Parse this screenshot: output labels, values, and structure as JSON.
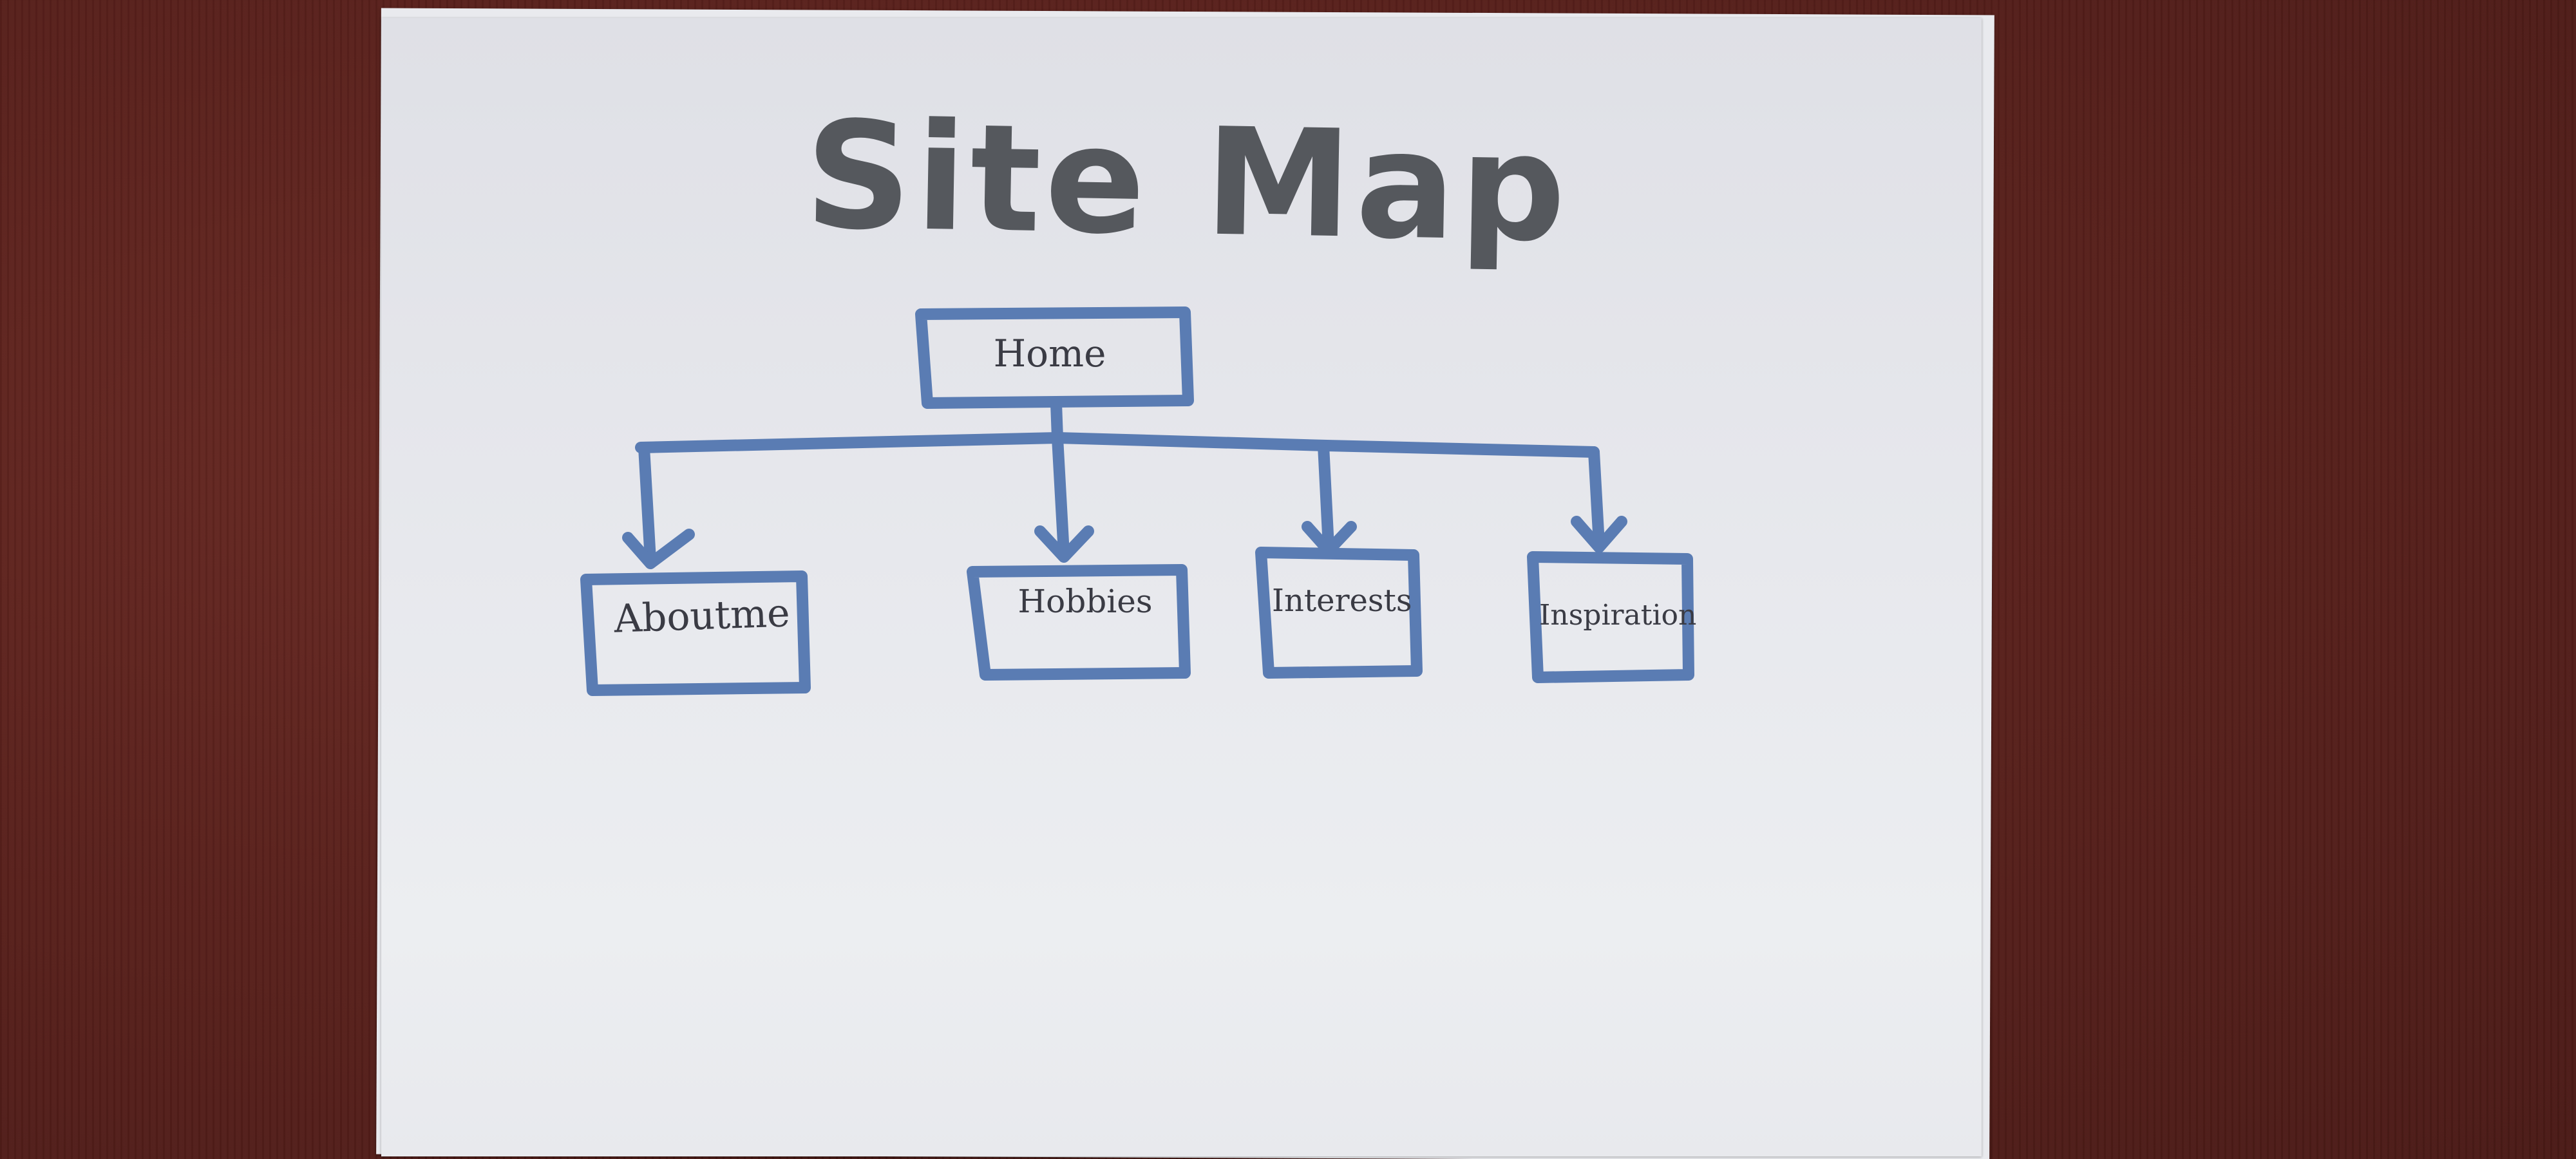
{
  "title": "Site Map",
  "colors": {
    "ink_boxes": "#5a7cb3",
    "ink_title": "#55585d",
    "ink_text": "#3a3b44",
    "paper": "#e6e7ec",
    "table": "#5a211c"
  },
  "nodes": {
    "home": "Home",
    "about": "Aboutme",
    "hobbies": "Hobbies",
    "interests": "Interests",
    "inspiration": "Inspiration"
  }
}
